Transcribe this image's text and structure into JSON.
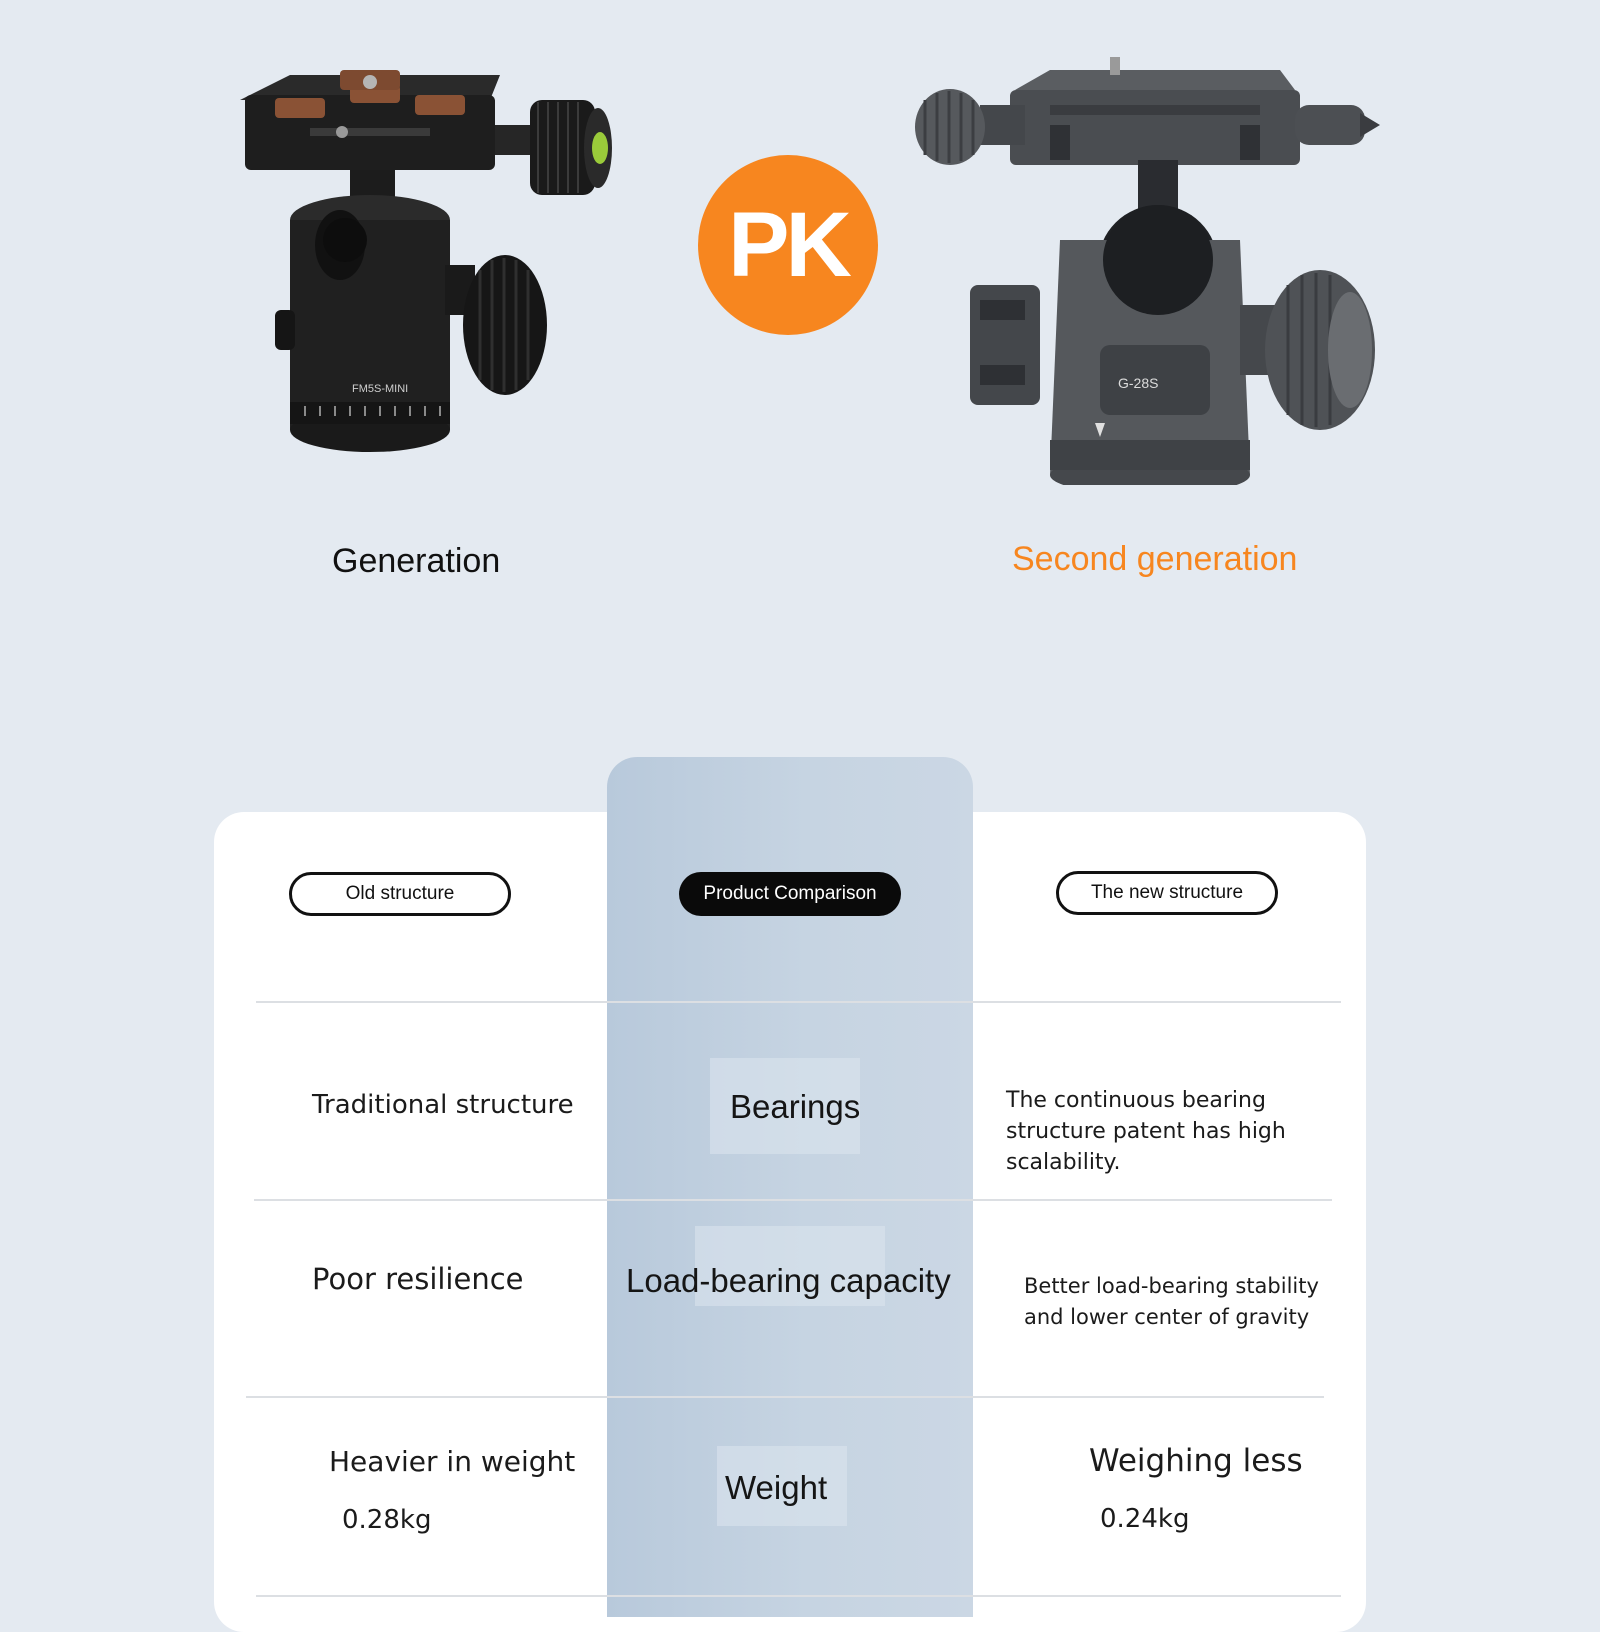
{
  "header": {
    "first_label": "Generation",
    "second_label": "Second generation",
    "pk_badge": "PK",
    "first_model": "FM5S-MINI",
    "second_model": "G-28S"
  },
  "colors": {
    "background": "#e4eaf1",
    "accent_orange": "#f7861f",
    "highlight_column": "#c3d1df",
    "text_dark": "#111111"
  },
  "table": {
    "old_header": "Old structure",
    "center_header": "Product Comparison",
    "new_header": "The new structure",
    "rows": [
      {
        "feature": "Bearings",
        "old": "Traditional structure",
        "new_lines": [
          "The continuous bearing",
          "structure patent has high",
          "scalability."
        ]
      },
      {
        "feature": "Load-bearing capacity",
        "old": "Poor resilience",
        "new_lines": [
          "Better load-bearing stability",
          "and lower center of gravity"
        ]
      },
      {
        "feature": "Weight",
        "old": "Heavier in weight",
        "old_value": "0.28kg",
        "new": "Weighing less",
        "new_value": "0.24kg"
      }
    ]
  }
}
